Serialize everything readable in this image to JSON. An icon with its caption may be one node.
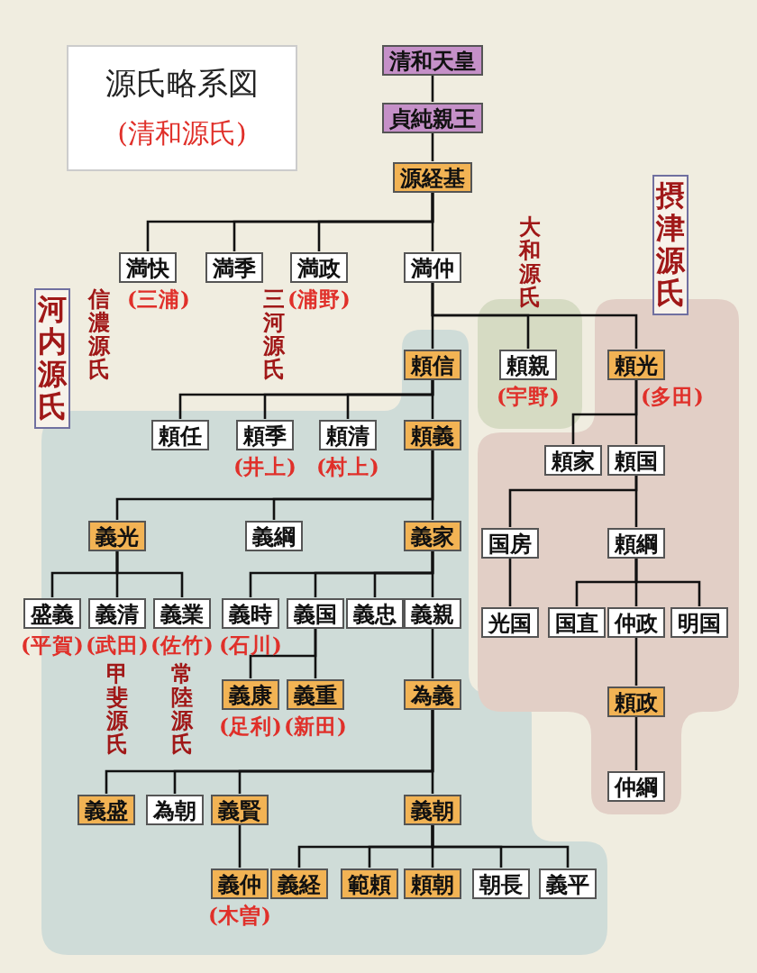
{
  "diagram": {
    "title": "源氏略系図",
    "caption": "(清和源氏)",
    "nodes": [
      {
        "text": [
          "清和天皇"
        ]
      },
      {
        "text": [
          "貞純親王"
        ]
      },
      {
        "text": [
          "源経基"
        ]
      },
      {
        "text": [
          "満快"
        ],
        "beside": [
          "(三浦)"
        ]
      },
      {
        "text": [
          "満季"
        ]
      },
      {
        "text": [
          "満政"
        ],
        "beside": [
          "(浦野)"
        ]
      },
      {
        "text": [
          "満仲"
        ]
      },
      {
        "text": [
          "頼信"
        ]
      },
      {
        "text": [
          "頼親"
        ],
        "beside": [
          "(宇野)"
        ]
      },
      {
        "text": [
          "頼光"
        ],
        "beside": [
          "(多田)"
        ]
      },
      {
        "text": [
          "頼任"
        ]
      },
      {
        "text": [
          "頼季"
        ],
        "beside": [
          "(井上)"
        ]
      },
      {
        "text": [
          "頼清"
        ],
        "beside": [
          "(村上)"
        ]
      },
      {
        "text": [
          "頼義"
        ]
      },
      {
        "text": [
          "頼家"
        ]
      },
      {
        "text": [
          "頼国"
        ]
      },
      {
        "text": [
          "義光"
        ]
      },
      {
        "text": [
          "義綱"
        ]
      },
      {
        "text": [
          "義家"
        ]
      },
      {
        "text": [
          "国房"
        ]
      },
      {
        "text": [
          "頼綱"
        ]
      },
      {
        "text": [
          "盛義"
        ],
        "beside": [
          "(平賀)"
        ]
      },
      {
        "text": [
          "義清"
        ],
        "beside": [
          "(武田)"
        ]
      },
      {
        "text": [
          "義業"
        ],
        "beside": [
          "(佐竹)"
        ]
      },
      {
        "text": [
          "義時"
        ],
        "beside": [
          "(石川)"
        ]
      },
      {
        "text": [
          "義国"
        ]
      },
      {
        "text": [
          "義忠"
        ]
      },
      {
        "text": [
          "義親"
        ]
      },
      {
        "text": [
          "光国"
        ]
      },
      {
        "text": [
          "国直"
        ]
      },
      {
        "text": [
          "仲政"
        ]
      },
      {
        "text": [
          "明国"
        ]
      },
      {
        "text": [
          "義康"
        ],
        "beside": [
          "(足利)"
        ]
      },
      {
        "text": [
          "義重"
        ],
        "beside": [
          "(新田)"
        ]
      },
      {
        "text": [
          "為義"
        ]
      },
      {
        "text": [
          "頼政"
        ]
      },
      {
        "text": [
          "義盛"
        ]
      },
      {
        "text": [
          "為朝"
        ]
      },
      {
        "text": [
          "義賢"
        ]
      },
      {
        "text": [
          "義朝"
        ]
      },
      {
        "text": [
          "仲綱"
        ]
      },
      {
        "text": [
          "義仲"
        ],
        "beside": [
          "(木曽)"
        ]
      },
      {
        "text": [
          "義経"
        ]
      },
      {
        "text": [
          "範頼"
        ]
      },
      {
        "text": [
          "頼朝"
        ]
      },
      {
        "text": [
          "朝長"
        ]
      },
      {
        "text": [
          "義平"
        ]
      }
    ],
    "edges": [
      {
        "from": 0,
        "to": 1,
        "arrow": "none"
      },
      {
        "from": 1,
        "to": 2,
        "arrow": "none"
      },
      {
        "from": 2,
        "to": 3,
        "arrow": "none"
      },
      {
        "from": 2,
        "to": 4,
        "arrow": "none"
      },
      {
        "from": 2,
        "to": 5,
        "arrow": "none"
      },
      {
        "from": 2,
        "to": 6,
        "arrow": "none"
      },
      {
        "from": 6,
        "to": 7,
        "arrow": "none"
      },
      {
        "from": 6,
        "to": 8,
        "arrow": "none"
      },
      {
        "from": 6,
        "to": 9,
        "arrow": "none"
      },
      {
        "from": 7,
        "to": 10,
        "arrow": "none"
      },
      {
        "from": 7,
        "to": 11,
        "arrow": "none"
      },
      {
        "from": 7,
        "to": 12,
        "arrow": "none"
      },
      {
        "from": 7,
        "to": 13,
        "arrow": "none"
      },
      {
        "from": 9,
        "to": 14,
        "arrow": "none"
      },
      {
        "from": 9,
        "to": 15,
        "arrow": "none"
      },
      {
        "from": 13,
        "to": 16,
        "arrow": "none"
      },
      {
        "from": 13,
        "to": 17,
        "arrow": "none"
      },
      {
        "from": 13,
        "to": 18,
        "arrow": "none"
      },
      {
        "from": 15,
        "to": 19,
        "arrow": "none"
      },
      {
        "from": 15,
        "to": 20,
        "arrow": "none"
      },
      {
        "from": 16,
        "to": 21,
        "arrow": "none"
      },
      {
        "from": 16,
        "to": 22,
        "arrow": "none"
      },
      {
        "from": 16,
        "to": 23,
        "arrow": "none"
      },
      {
        "from": 18,
        "to": 24,
        "arrow": "none"
      },
      {
        "from": 18,
        "to": 25,
        "arrow": "none"
      },
      {
        "from": 18,
        "to": 26,
        "arrow": "none"
      },
      {
        "from": 18,
        "to": 27,
        "arrow": "none"
      },
      {
        "from": 19,
        "to": 28,
        "arrow": "none"
      },
      {
        "from": 20,
        "to": 29,
        "arrow": "none"
      },
      {
        "from": 20,
        "to": 30,
        "arrow": "none"
      },
      {
        "from": 20,
        "to": 31,
        "arrow": "none"
      },
      {
        "from": 25,
        "to": 32,
        "arrow": "none"
      },
      {
        "from": 25,
        "to": 33,
        "arrow": "none"
      },
      {
        "from": 27,
        "to": 34,
        "arrow": "none"
      },
      {
        "from": 30,
        "to": 35,
        "arrow": "none"
      },
      {
        "from": 34,
        "to": 36,
        "arrow": "none"
      },
      {
        "from": 34,
        "to": 37,
        "arrow": "none"
      },
      {
        "from": 34,
        "to": 38,
        "arrow": "none"
      },
      {
        "from": 34,
        "to": 39,
        "arrow": "none"
      },
      {
        "from": 35,
        "to": 40,
        "arrow": "none"
      },
      {
        "from": 38,
        "to": 41,
        "arrow": "none"
      },
      {
        "from": 39,
        "to": 42,
        "arrow": "none"
      },
      {
        "from": 39,
        "to": 43,
        "arrow": "none"
      },
      {
        "from": 39,
        "to": 44,
        "arrow": "none"
      },
      {
        "from": 39,
        "to": 45,
        "arrow": "none"
      },
      {
        "from": 39,
        "to": 46,
        "arrow": "none"
      }
    ],
    "labels": [
      "大和源氏",
      "摂津源氏",
      "河内源氏",
      "信濃源氏",
      "三河源氏",
      "甲斐源氏",
      "常陸源氏"
    ]
  }
}
